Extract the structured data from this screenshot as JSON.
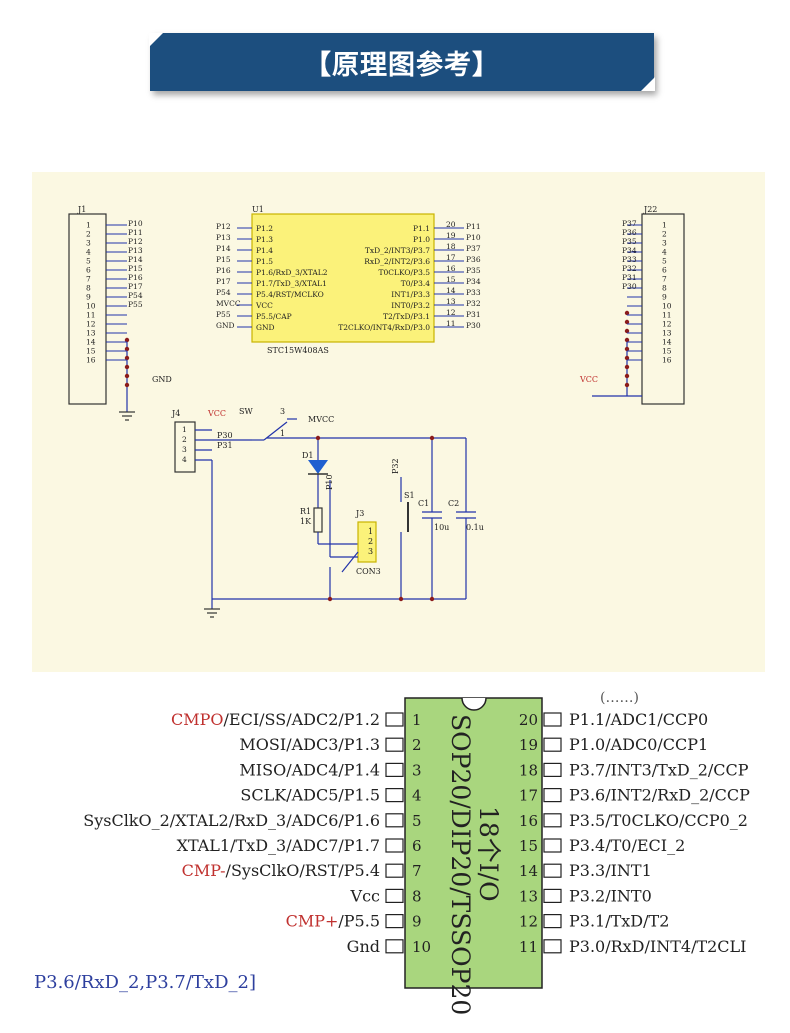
{
  "banner": {
    "title": "【原理图参考】"
  },
  "colors": {
    "banner": "#1c4e7e",
    "schematic_bg": "#fbf8e2",
    "wire": "#2233aa",
    "chip": "#fbf27a",
    "pin_label_red": "#c0312f",
    "led": "#1e5fd0"
  },
  "schematic": {
    "j1": {
      "ref": "J1",
      "pins": [
        "1",
        "2",
        "3",
        "4",
        "5",
        "6",
        "7",
        "8",
        "9",
        "10",
        "11",
        "12",
        "13",
        "14",
        "15",
        "16"
      ],
      "nets": [
        "P10",
        "P11",
        "P12",
        "P13",
        "P14",
        "P15",
        "P16",
        "P17",
        "P54",
        "P55"
      ]
    },
    "u1": {
      "ref": "U1",
      "part": "STC15W408AS",
      "left_nets": [
        "P12",
        "P13",
        "P14",
        "P15",
        "P16",
        "P17",
        "P54",
        "MVCC",
        "P55",
        "GND"
      ],
      "left_pins": [
        "P1.2",
        "P1.3",
        "P1.4",
        "P1.5",
        "P1.6/RxD_3/XTAL2",
        "P1.7/TxD_3/XTAL1",
        "P5.4/RST/MCLKO",
        "VCC",
        "P5.5/CAP",
        "GND"
      ],
      "right_pins": [
        "P1.1",
        "P1.0",
        "TxD_2/INT3/P3.7",
        "RxD_2/INT2/P3.6",
        "T0CLKO/P3.5",
        "T0/P3.4",
        "INT1/P3.3",
        "INT0/P3.2",
        "T2/TxD/P3.1",
        "T2CLKO/INT4/RxD/P3.0"
      ],
      "right_nums": [
        "20",
        "19",
        "18",
        "17",
        "16",
        "15",
        "14",
        "13",
        "12",
        "11"
      ],
      "right_nets": [
        "P11",
        "P10",
        "P37",
        "P36",
        "P35",
        "P34",
        "P33",
        "P32",
        "P31",
        "P30"
      ]
    },
    "j22": {
      "ref": "J22",
      "nets": [
        "P37",
        "P36",
        "P35",
        "P34",
        "P33",
        "P32",
        "P31",
        "P30"
      ]
    },
    "gnd_label": "GND",
    "vcc_label": "VCC",
    "j4": {
      "ref": "J4",
      "pins": [
        "1",
        "2",
        "3",
        "4"
      ],
      "nets": [
        "VCC",
        "P30",
        "P31"
      ]
    },
    "sw": {
      "ref": "SW",
      "pin3": "3",
      "pin1": "1",
      "net": "MVCC"
    },
    "d1": {
      "ref": "D1",
      "net": "P10"
    },
    "r1": {
      "ref": "R1",
      "value": "1K"
    },
    "j3": {
      "ref": "J3",
      "part": "CON3",
      "pins": [
        "1",
        "2",
        "3"
      ]
    },
    "s1": {
      "ref": "S1",
      "net": "P32"
    },
    "c1": {
      "ref": "C1",
      "value": "10u"
    },
    "c2": {
      "ref": "C2",
      "value": "0.1u"
    }
  },
  "pinout": {
    "package_text": "SOP20/DIP20/TSSOP20",
    "io_text": "18个I/O",
    "top_partial": "(……)",
    "left": [
      {
        "num": "1",
        "red": "CMPO",
        "text": "/ECI/SS/ADC2/P1.2"
      },
      {
        "num": "2",
        "red": "",
        "text": "MOSI/ADC3/P1.3"
      },
      {
        "num": "3",
        "red": "",
        "text": "MISO/ADC4/P1.4"
      },
      {
        "num": "4",
        "red": "",
        "text": "SCLK/ADC5/P1.5"
      },
      {
        "num": "5",
        "red": "",
        "text": "SysClkO_2/XTAL2/RxD_3/ADC6/P1.6"
      },
      {
        "num": "6",
        "red": "",
        "text": "XTAL1/TxD_3/ADC7/P1.7"
      },
      {
        "num": "7",
        "red": "CMP-",
        "text": "/SysClkO/RST/P5.4"
      },
      {
        "num": "8",
        "red": "",
        "text": "Vcc"
      },
      {
        "num": "9",
        "red": "CMP+",
        "text": "/P5.5"
      },
      {
        "num": "10",
        "red": "",
        "text": "Gnd"
      }
    ],
    "right": [
      {
        "num": "20",
        "text": "P1.1/ADC1/CCP0"
      },
      {
        "num": "19",
        "text": "P1.0/ADC0/CCP1"
      },
      {
        "num": "18",
        "text": "P3.7/INT3/TxD_2/CCP"
      },
      {
        "num": "17",
        "text": "P3.6/INT2/RxD_2/CCP"
      },
      {
        "num": "16",
        "text": "P3.5/T0CLKO/CCP0_2"
      },
      {
        "num": "15",
        "text": "P3.4/T0/ECI_2"
      },
      {
        "num": "14",
        "text": "P3.3/INT1"
      },
      {
        "num": "13",
        "text": "P3.2/INT0"
      },
      {
        "num": "12",
        "text": "P3.1/TxD/T2"
      },
      {
        "num": "11",
        "text": "P3.0/RxD/INT4/T2CLI"
      }
    ],
    "footnote": "P3.6/RxD_2,P3.7/TxD_2]"
  }
}
